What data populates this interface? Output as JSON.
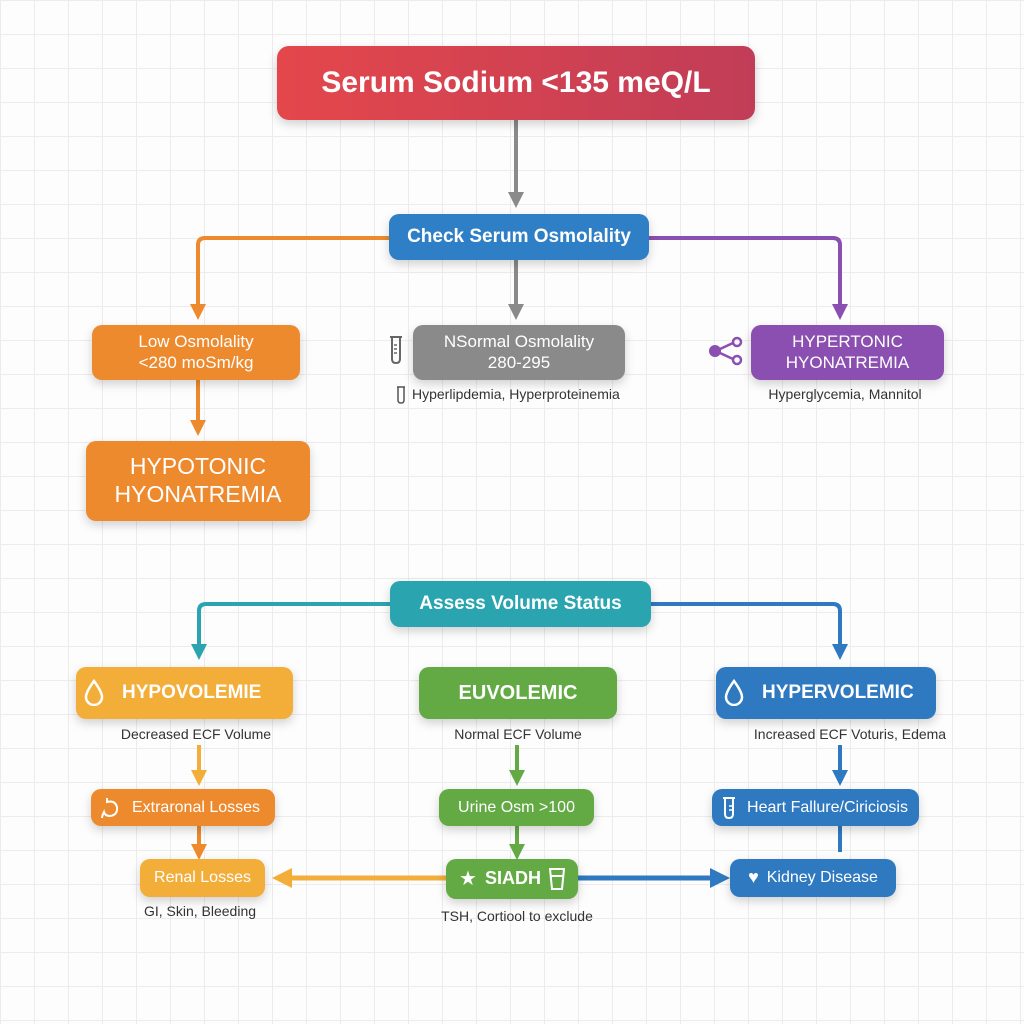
{
  "colors": {
    "red": "#dc4450",
    "blue": "#2e7fc6",
    "orange": "#ee8a2e",
    "gray": "#8a8a8a",
    "purple": "#8a4fb0",
    "teal": "#2aa5b0",
    "yellow": "#f3ae3a",
    "green": "#63aa45",
    "dark_blue": "#2f79c0"
  },
  "root": {
    "label": "Serum Sodium <135 meQ/L"
  },
  "osmolality_check": {
    "label": "Check Serum Osmolality"
  },
  "low_osm": {
    "line1": "Low Osmolality",
    "line2": "<280 moSm/kg",
    "icon": "none"
  },
  "hypotonic": {
    "line1": "HYPOTONIC",
    "line2": "HYONATREMIA"
  },
  "normal_osm": {
    "line1": "NSormal Osmolality",
    "line2": "280-295",
    "icon": "test-tube-icon",
    "caption": "Hyperlipdemia, Hyperproteinemia",
    "caption_icon": "test-tube-icon"
  },
  "hypertonic": {
    "line1": "HYPERTONIC",
    "line2": "HYONATREMIA",
    "icon": "molecule-icon",
    "caption": "Hyperglycemia, Mannitol"
  },
  "volume_check": {
    "label": "Assess Volume Status"
  },
  "hypovolemic": {
    "label": "HYPOVOLEMIE",
    "icon": "water-drop-icon",
    "caption": "Decreased ECF Volume"
  },
  "euvolemic": {
    "label": "EUVOLEMIC",
    "caption": "Normal ECF Volume"
  },
  "hypervolemic": {
    "label": "HYPERVOLEMIC",
    "icon": "water-drop-icon",
    "caption": "Increased ECF Voturis, Edema"
  },
  "extrarenal": {
    "label": "Extraronal Losses",
    "icon": "stomach-icon"
  },
  "urine_osm": {
    "label": "Urine Osm >100"
  },
  "heart_failure": {
    "label": "Heart Fallure/Ciriciosis",
    "icon": "test-tube-icon"
  },
  "renal_losses": {
    "label": "Renal Losses",
    "caption": "GI, Skin, Bleeding"
  },
  "siadh": {
    "label": "SIADH",
    "icon": "star-icon",
    "icon2": "glass-icon",
    "caption": "TSH, Cortiool to exclude"
  },
  "kidney": {
    "label": "Kidney Disease",
    "icon": "heart-icon"
  }
}
